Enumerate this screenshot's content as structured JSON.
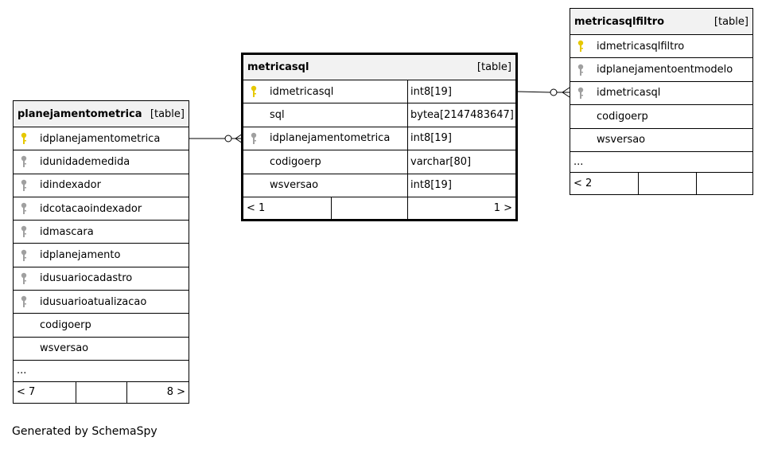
{
  "tables": {
    "planejamentometrica": {
      "name": "planejamentometrica",
      "kind": "[table]",
      "columns": [
        {
          "name": "idplanejamentometrica",
          "key": "primary"
        },
        {
          "name": "idunidademedida",
          "key": "foreign"
        },
        {
          "name": "idindexador",
          "key": "foreign"
        },
        {
          "name": "idcotacaoindexador",
          "key": "foreign"
        },
        {
          "name": "idmascara",
          "key": "foreign"
        },
        {
          "name": "idplanejamento",
          "key": "foreign"
        },
        {
          "name": "idusuariocadastro",
          "key": "foreign"
        },
        {
          "name": "idusuarioatualizacao",
          "key": "foreign"
        },
        {
          "name": "codigoerp",
          "key": "none"
        },
        {
          "name": "wsversao",
          "key": "none"
        }
      ],
      "more": "...",
      "footer": {
        "left": "< 7",
        "middle": "",
        "right": "8 >"
      }
    },
    "metricasql": {
      "name": "metricasql",
      "kind": "[table]",
      "columns": [
        {
          "name": "idmetricasql",
          "type": "int8[19]",
          "key": "primary"
        },
        {
          "name": "sql",
          "type": "bytea[2147483647]",
          "key": "none"
        },
        {
          "name": "idplanejamentometrica",
          "type": "int8[19]",
          "key": "foreign"
        },
        {
          "name": "codigoerp",
          "type": "varchar[80]",
          "key": "none"
        },
        {
          "name": "wsversao",
          "type": "int8[19]",
          "key": "none"
        }
      ],
      "footer": {
        "left": "< 1",
        "middle": "",
        "right": "1 >"
      }
    },
    "metricasqlfiltro": {
      "name": "metricasqlfiltro",
      "kind": "[table]",
      "columns": [
        {
          "name": "idmetricasqlfiltro",
          "key": "primary"
        },
        {
          "name": "idplanejamentoentmodelo",
          "key": "foreign"
        },
        {
          "name": "idmetricasql",
          "key": "foreign"
        },
        {
          "name": "codigoerp",
          "key": "none"
        },
        {
          "name": "wsversao",
          "key": "none"
        }
      ],
      "more": "...",
      "footer": {
        "left": "< 2",
        "middle": "",
        "right": ""
      }
    }
  },
  "relations": [
    {
      "from": "metricasql.idplanejamentometrica",
      "to": "planejamentometrica.idplanejamentometrica"
    },
    {
      "from": "metricasqlfiltro.idmetricasql",
      "to": "metricasql.idmetricasql"
    }
  ],
  "credit": "Generated by SchemaSpy",
  "colors": {
    "primary_key": "#e6c800",
    "foreign_key": "#a0a0a0",
    "header_bg": "#f2f2f2"
  }
}
